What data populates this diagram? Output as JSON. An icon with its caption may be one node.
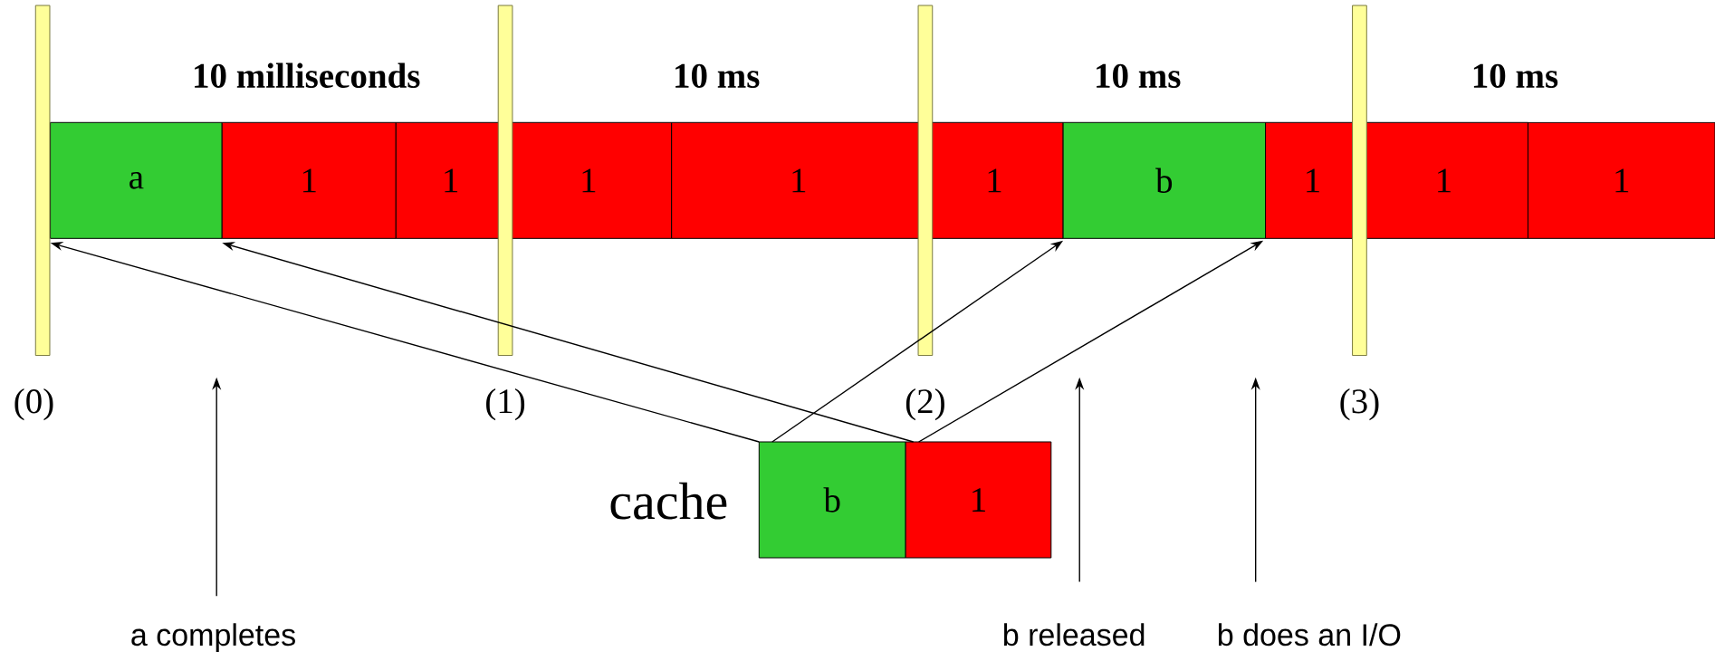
{
  "diagram": {
    "nodes": [
      {
        "text": [
          "a"
        ]
      },
      {
        "text": [
          "1"
        ]
      },
      {
        "text": [
          "1"
        ]
      },
      {
        "text": [
          "1"
        ]
      },
      {
        "text": [
          "1"
        ]
      },
      {
        "text": [
          "1"
        ]
      },
      {
        "text": [
          "b"
        ]
      },
      {
        "text": [
          "1"
        ]
      },
      {
        "text": [
          "1"
        ]
      },
      {
        "text": [
          "1"
        ]
      },
      {
        "text": [],
        "shape": "bar",
        "beside": [
          "(0)"
        ]
      },
      {
        "text": [],
        "shape": "bar",
        "beside": [
          "(1)"
        ]
      },
      {
        "text": [],
        "shape": "bar",
        "beside": [
          "(2)"
        ]
      },
      {
        "text": [],
        "shape": "bar",
        "beside": [
          "(3)"
        ]
      },
      {
        "text": [
          "b"
        ],
        "beside": [
          "cache"
        ]
      },
      {
        "text": [
          "1"
        ]
      },
      {
        "text": [
          "a completes"
        ]
      },
      {
        "text": [
          "b released"
        ]
      },
      {
        "text": [
          "b does an I/O"
        ]
      }
    ],
    "edges": [
      {
        "from": 14,
        "to": 0,
        "arrow": "to"
      },
      {
        "from": 15,
        "to": 0,
        "arrow": "to"
      },
      {
        "from": 14,
        "to": 5,
        "arrow": "to"
      },
      {
        "from": 15,
        "to": 6,
        "arrow": "to"
      },
      {
        "from": 16,
        "to": null,
        "arrow": "to"
      },
      {
        "from": 17,
        "to": null,
        "arrow": "to"
      },
      {
        "from": 18,
        "to": null,
        "arrow": "to"
      }
    ],
    "labels": [
      "10 milliseconds",
      "10 ms",
      "10 ms",
      "10 ms"
    ]
  }
}
